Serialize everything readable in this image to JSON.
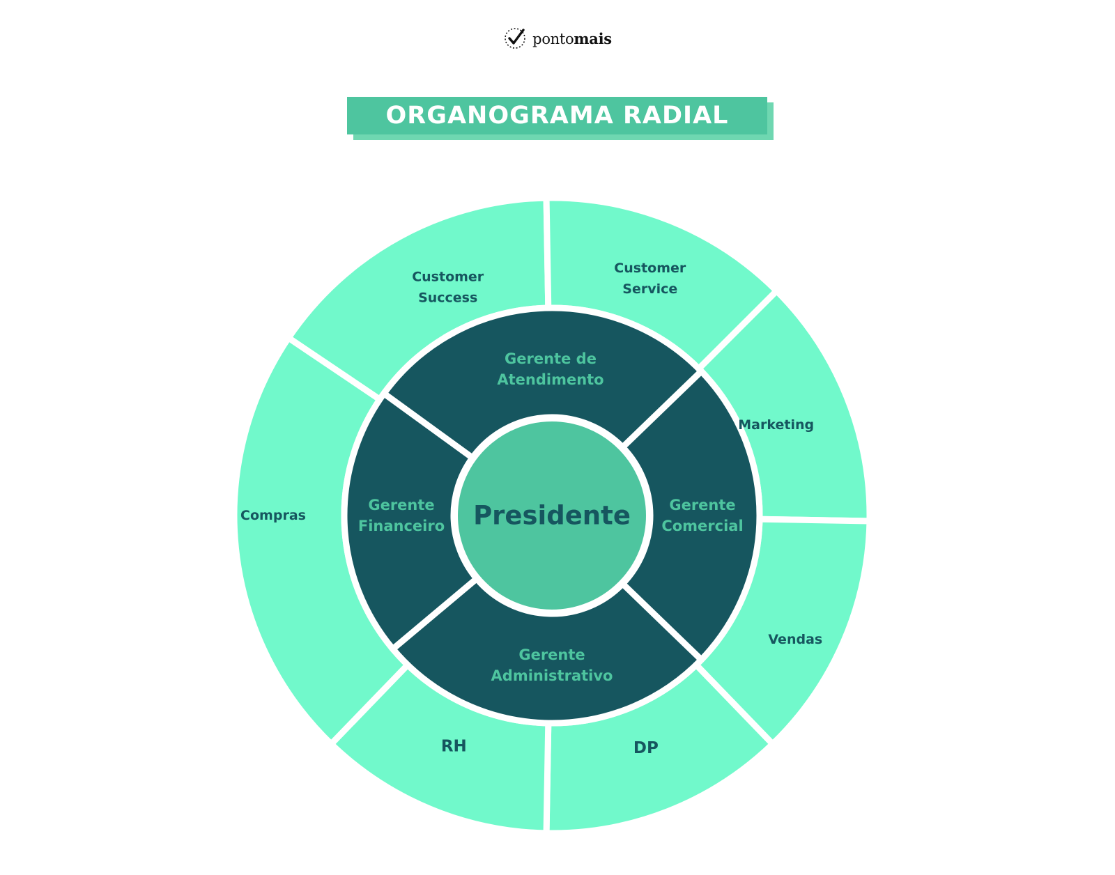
{
  "brand": {
    "name_light": "ponto",
    "name_bold": "mais"
  },
  "title": "ORGANOGRAMA RADIAL",
  "colors": {
    "primary": "#4ec59f",
    "dark": "#16565f",
    "light": "#71f9cb",
    "title_shadow": "#6fd7b1"
  },
  "center": {
    "label": "Presidente"
  },
  "managers": [
    {
      "id": "atendimento",
      "lines": [
        "Gerente de",
        "Atendimento"
      ]
    },
    {
      "id": "comercial",
      "lines": [
        "Gerente",
        "Comercial"
      ]
    },
    {
      "id": "administrativo",
      "lines": [
        "Gerente",
        "Administrativo"
      ]
    },
    {
      "id": "financeiro",
      "lines": [
        "Gerente",
        "Financeiro"
      ]
    }
  ],
  "departments": [
    {
      "id": "customer-success",
      "manager": "atendimento",
      "lines": [
        "Customer",
        "Success"
      ]
    },
    {
      "id": "customer-service",
      "manager": "atendimento",
      "lines": [
        "Customer",
        "Service"
      ]
    },
    {
      "id": "marketing",
      "manager": "comercial",
      "lines": [
        "Marketing"
      ]
    },
    {
      "id": "vendas",
      "manager": "comercial",
      "lines": [
        "Vendas"
      ]
    },
    {
      "id": "dp",
      "manager": "administrativo",
      "lines": [
        "DP"
      ]
    },
    {
      "id": "rh",
      "manager": "administrativo",
      "lines": [
        "RH"
      ]
    },
    {
      "id": "compras",
      "manager": "financeiro",
      "lines": [
        "Compras"
      ]
    }
  ]
}
